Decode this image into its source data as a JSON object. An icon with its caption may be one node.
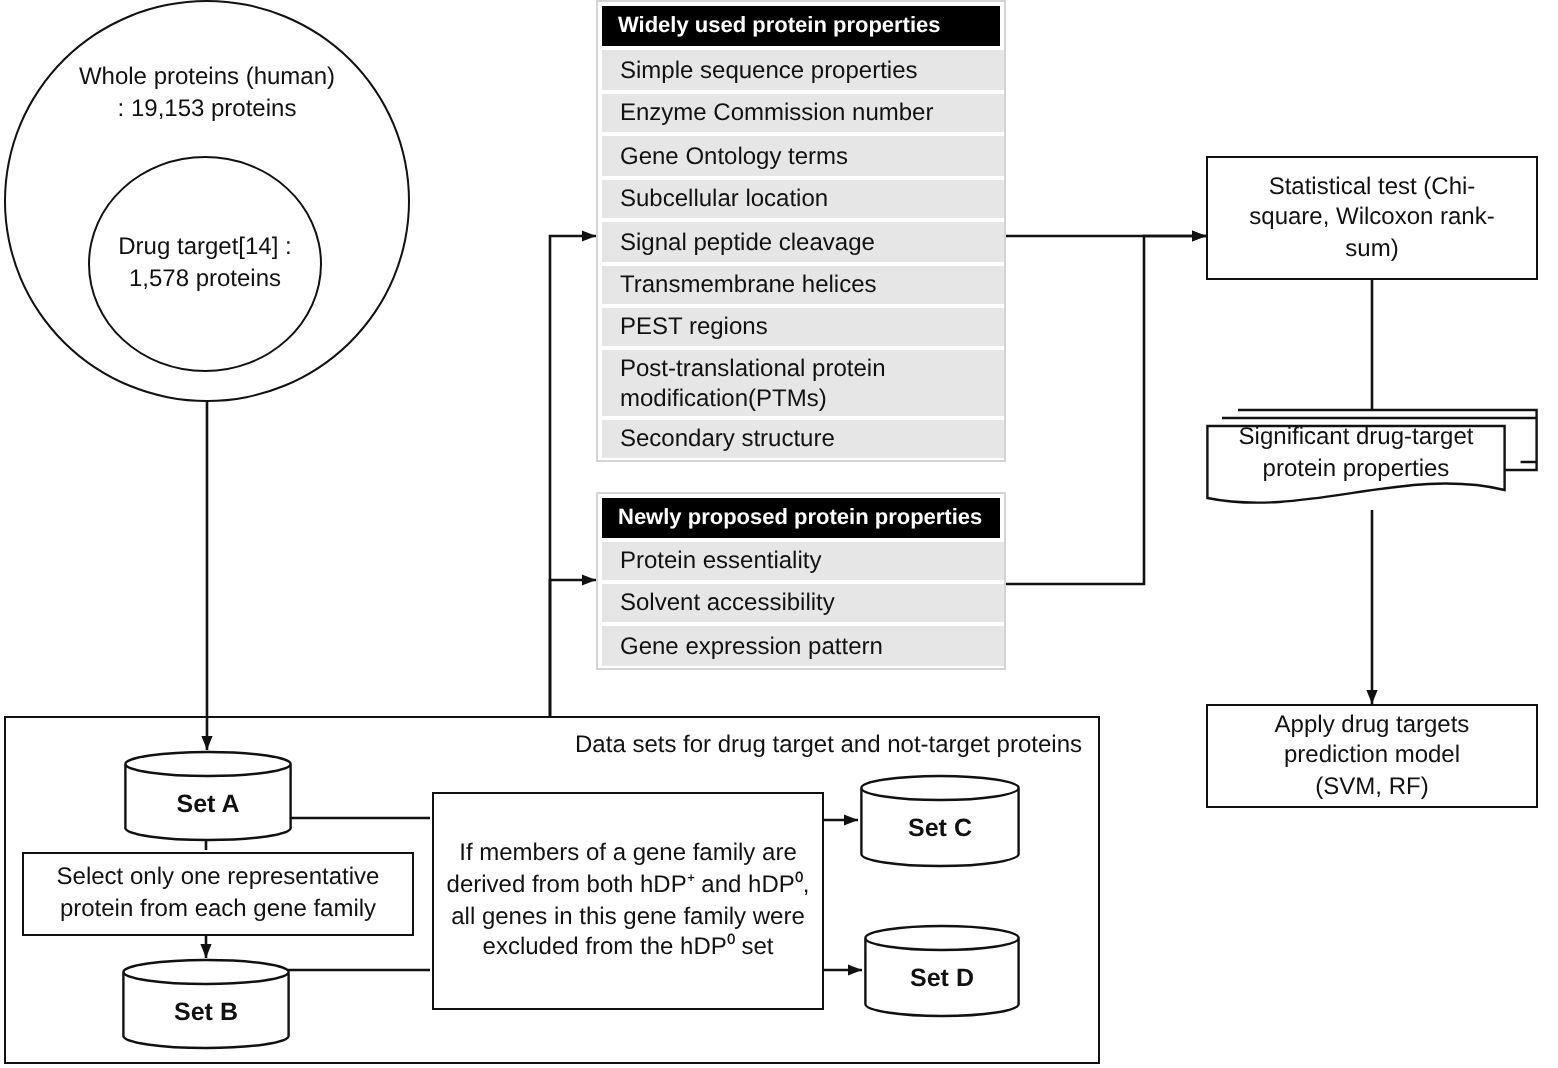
{
  "diagram": {
    "nodes": [
      {
        "text": [
          "Whole proteins (human) : 19,153 proteins"
        ]
      },
      {
        "text": [
          "Drug target[14] : 1,578 proteins"
        ],
        "in": 0
      },
      {
        "text": [
          "Widely used protein properties"
        ]
      },
      {
        "text": [
          "Simple sequence properties"
        ],
        "in": 2
      },
      {
        "text": [
          "Enzyme Commission number"
        ],
        "in": 2
      },
      {
        "text": [
          "Gene Ontology terms"
        ],
        "in": 2
      },
      {
        "text": [
          "Subcellular location"
        ],
        "in": 2
      },
      {
        "text": [
          "Signal peptide cleavage"
        ],
        "in": 2
      },
      {
        "text": [
          "Transmembrane helices"
        ],
        "in": 2
      },
      {
        "text": [
          "PEST regions"
        ],
        "in": 2
      },
      {
        "text": [
          "Post-translational protein modification(PTMs)"
        ],
        "in": 2
      },
      {
        "text": [
          "Secondary structure"
        ],
        "in": 2
      },
      {
        "text": [
          "Newly proposed protein properties"
        ]
      },
      {
        "text": [
          "Protein essentiality"
        ],
        "in": 12
      },
      {
        "text": [
          "Solvent accessibility"
        ],
        "in": 12
      },
      {
        "text": [
          "Gene expression pattern"
        ],
        "in": 12
      },
      {
        "text": [
          "Statistical test (Chi-square, Wilcoxon rank-sum)"
        ]
      },
      {
        "text": [
          "Significant drug-target protein properties"
        ]
      },
      {
        "text": [
          "Apply drug targets prediction model (SVM, RF)"
        ]
      },
      {
        "text": [
          "Data sets for drug target and not-target proteins"
        ]
      },
      {
        "text": [
          "Set A"
        ],
        "in": 19
      },
      {
        "text": [
          "Select only one representative protein from each gene family"
        ],
        "in": 19
      },
      {
        "text": [
          "Set B"
        ],
        "in": 19
      },
      {
        "text": [
          "If members of a gene family are derived from both hDP⁺ and hDP⁰, all genes in this gene family were excluded from the hDP⁰ set"
        ],
        "in": 19
      },
      {
        "text": [
          "Set C"
        ],
        "in": 19
      },
      {
        "text": [
          "Set D"
        ],
        "in": 19
      }
    ],
    "edges": [
      {
        "from": 0,
        "to": 20,
        "arrow": "to"
      },
      {
        "from": 19,
        "to": 2,
        "arrow": "to"
      },
      {
        "from": 19,
        "to": 12,
        "arrow": "to"
      },
      {
        "from": 2,
        "to": 16,
        "arrow": "to"
      },
      {
        "from": 12,
        "to": 16,
        "arrow": "to"
      },
      {
        "from": 16,
        "to": 17,
        "arrow": "none"
      },
      {
        "from": 17,
        "to": 18,
        "arrow": "to"
      },
      {
        "from": 20,
        "to": 21,
        "arrow": "none"
      },
      {
        "from": 21,
        "to": 22,
        "arrow": "to"
      },
      {
        "from": 20,
        "to": 23,
        "arrow": "none"
      },
      {
        "from": 22,
        "to": 23,
        "arrow": "none"
      },
      {
        "from": 23,
        "to": 24,
        "arrow": "to"
      },
      {
        "from": 23,
        "to": 25,
        "arrow": "to"
      }
    ]
  }
}
